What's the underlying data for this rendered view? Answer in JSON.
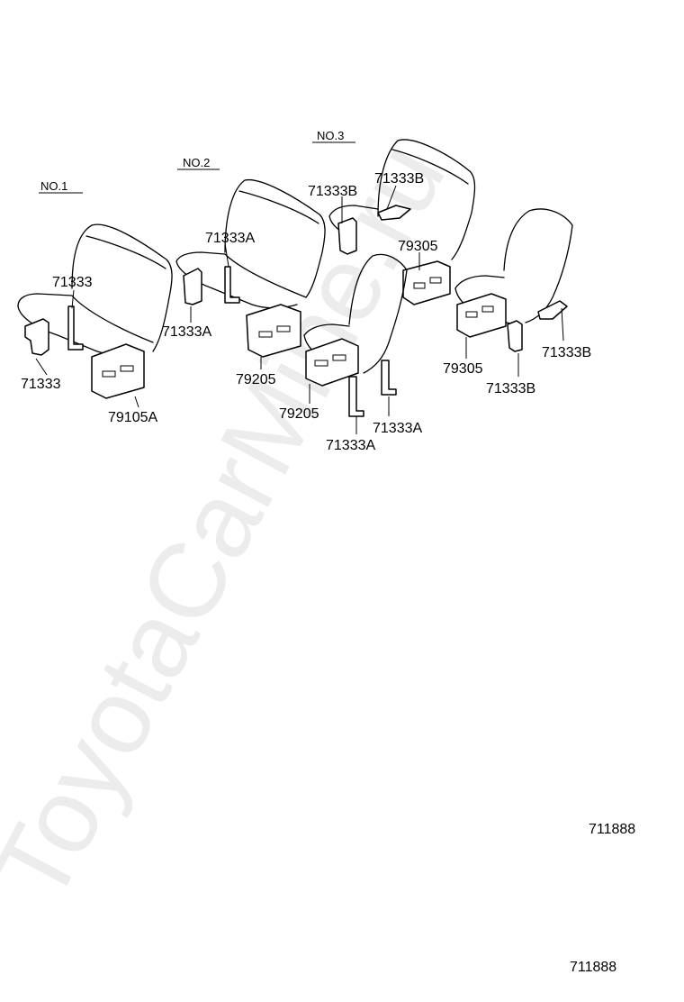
{
  "watermark": "ToyotaCarMine.ru",
  "groups": {
    "no1": "NO.1",
    "no2": "NO.2",
    "no3": "NO.3"
  },
  "callouts": {
    "c1": "71333",
    "c2": "71333",
    "c3": "79105A",
    "c4": "71333A",
    "c5": "71333A",
    "c6": "79205",
    "c7": "71333B",
    "c8": "71333B",
    "c9": "79305",
    "c10": "79205",
    "c11": "71333A",
    "c12": "71333A",
    "c13": "79305",
    "c14": "71333B",
    "c15": "71333B"
  },
  "illustration_code": "711888",
  "page_code": "711888"
}
